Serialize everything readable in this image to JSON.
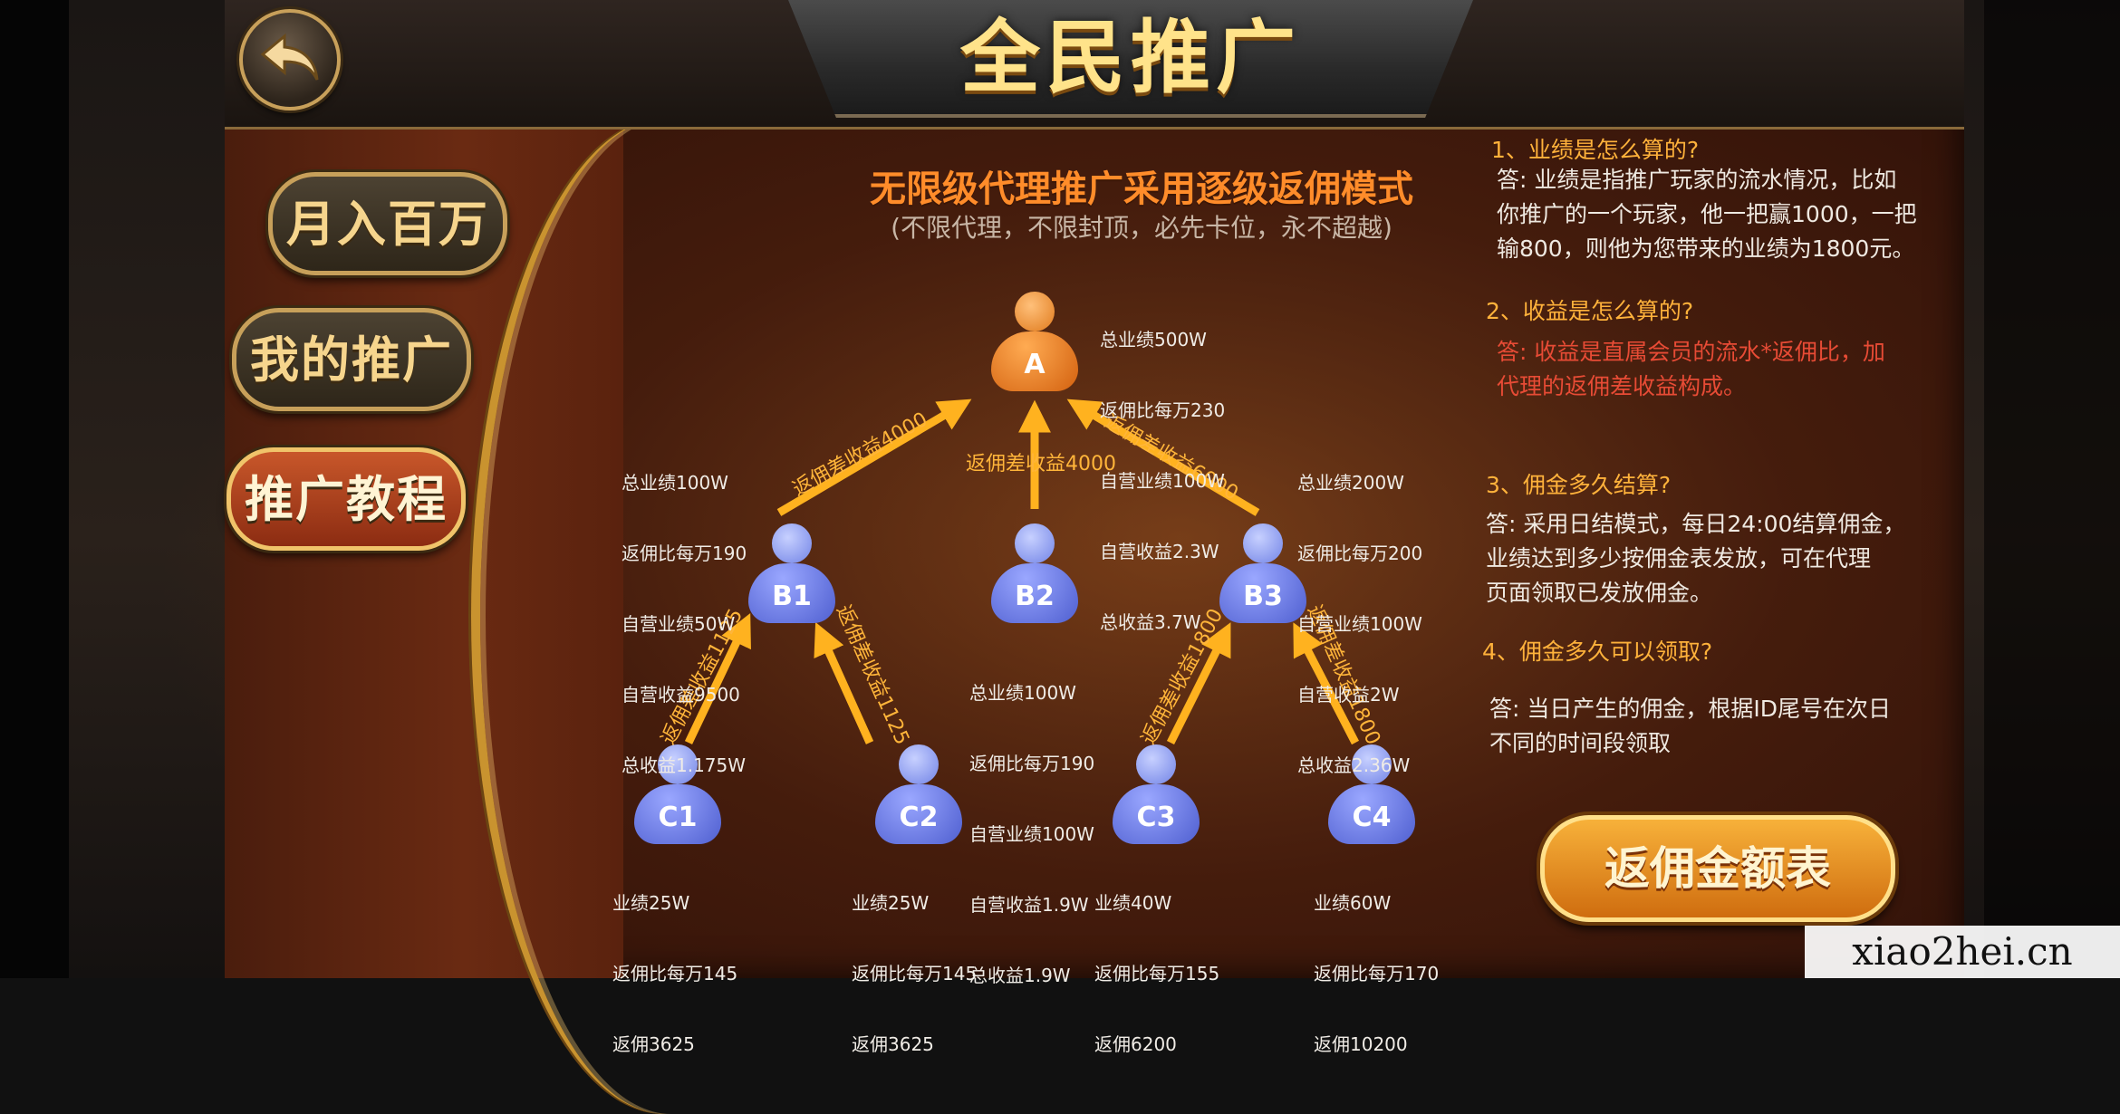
{
  "header": {
    "title": "全民推广"
  },
  "menu": [
    {
      "label": "月入百万"
    },
    {
      "label": "我的推广"
    },
    {
      "label": "推广教程"
    }
  ],
  "content": {
    "headline": "无限级代理推广采用逐级返佣模式",
    "subheadline": "(不限代理，不限封顶，必先卡位，永不超越)"
  },
  "nodes": {
    "A": {
      "label": "A",
      "stats": [
        "总业绩500W",
        "返佣比每万230",
        "自营业绩100W",
        "自营收益2.3W",
        "总收益3.7W"
      ]
    },
    "B1": {
      "label": "B1",
      "stats": [
        "总业绩100W",
        "返佣比每万190",
        "自营业绩50W",
        "自营收益9500",
        "总收益1.175W"
      ]
    },
    "B2": {
      "label": "B2",
      "stats": [
        "总业绩100W",
        "返佣比每万190",
        "自营业绩100W",
        "自营收益1.9W",
        "总收益1.9W"
      ]
    },
    "B3": {
      "label": "B3",
      "stats": [
        "总业绩200W",
        "返佣比每万200",
        "自营业绩100W",
        "自营收益2W",
        "总收益2.36W"
      ]
    },
    "C1": {
      "label": "C1",
      "stats": [
        "业绩25W",
        "返佣比每万145",
        "返佣3625"
      ]
    },
    "C2": {
      "label": "C2",
      "stats": [
        "业绩25W",
        "返佣比每万145",
        "返佣3625"
      ]
    },
    "C3": {
      "label": "C3",
      "stats": [
        "业绩40W",
        "返佣比每万155",
        "返佣6200"
      ]
    },
    "C4": {
      "label": "C4",
      "stats": [
        "业绩60W",
        "返佣比每万170",
        "返佣10200"
      ]
    }
  },
  "arrows": {
    "b1_a": "返佣差收益4000",
    "b2_a": "返佣差收益4000",
    "b3_a": "返佣差收益6000",
    "c1_b1": "返佣差收益1125",
    "c2_b1": "返佣差收益1125",
    "c3_b3": "返佣差收益1800",
    "c4_b3": "返佣差收益1800"
  },
  "colors": {
    "arrow": "#ffb21f",
    "node_top": "#f08a24",
    "node_other": "#6576e0",
    "question": "#ffb23b",
    "answer_alert": "#e74b35"
  },
  "faq": [
    {
      "q": "1、业绩是怎么算的?",
      "a": [
        "答: 业绩是指推广玩家的流水情况，比如",
        "你推广的一个玩家，他一把赢1000，一把",
        "输800，则他为您带来的业绩为1800元。"
      ]
    },
    {
      "q": "2、收益是怎么算的?",
      "a": [
        "答: 收益是直属会员的流水*返佣比，加",
        "代理的返佣差收益构成。"
      ]
    },
    {
      "q": "3、佣金多久结算?",
      "a": [
        "答: 采用日结模式，每日24:00结算佣金，",
        "业绩达到多少按佣金表发放，可在代理",
        "页面领取已发放佣金。"
      ]
    },
    {
      "q": "4、佣金多久可以领取?",
      "a": [
        "答: 当日产生的佣金，根据ID尾号在次日",
        "不同的时间段领取"
      ]
    }
  ],
  "actions": {
    "rebate_table": "返佣金额表"
  },
  "watermark": "xiao2hei.cn"
}
